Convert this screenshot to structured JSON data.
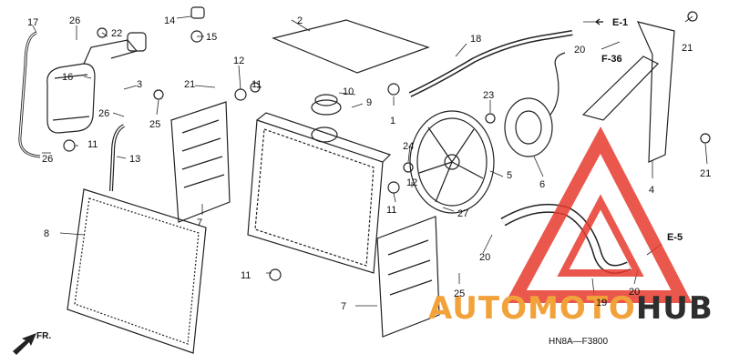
{
  "diagram": {
    "drawing_code": "HN8A—F3800",
    "front_marker": "FR.",
    "refs": {
      "e1": "E-1",
      "f36": "F-36",
      "e5": "E-5"
    },
    "callouts": {
      "n1": "1",
      "n2": "2",
      "n3": "3",
      "n4": "4",
      "n5": "5",
      "n6": "6",
      "n7a": "7",
      "n7b": "7",
      "n8": "8",
      "n9": "9",
      "n10": "10",
      "n11a": "11",
      "n11b": "11",
      "n11c": "11",
      "n11d": "11",
      "n12a": "12",
      "n12b": "12",
      "n13": "13",
      "n14": "14",
      "n15": "15",
      "n16": "16",
      "n17": "17",
      "n18": "18",
      "n19": "19",
      "n20a": "20",
      "n20b": "20",
      "n20c": "20",
      "n21a": "21",
      "n21b": "21",
      "n21c": "21",
      "n22": "22",
      "n23": "23",
      "n24": "24",
      "n25a": "25",
      "n25b": "25",
      "n26a": "26",
      "n26b": "26",
      "n26c": "26",
      "n27": "27"
    }
  },
  "watermark": {
    "brand_auto": "AUTO",
    "brand_moto": "MOTO",
    "brand_hub": "HUB",
    "colors": {
      "red": "#e63a2e",
      "orange": "#f2a23a",
      "dark": "#2e2e2e"
    }
  }
}
